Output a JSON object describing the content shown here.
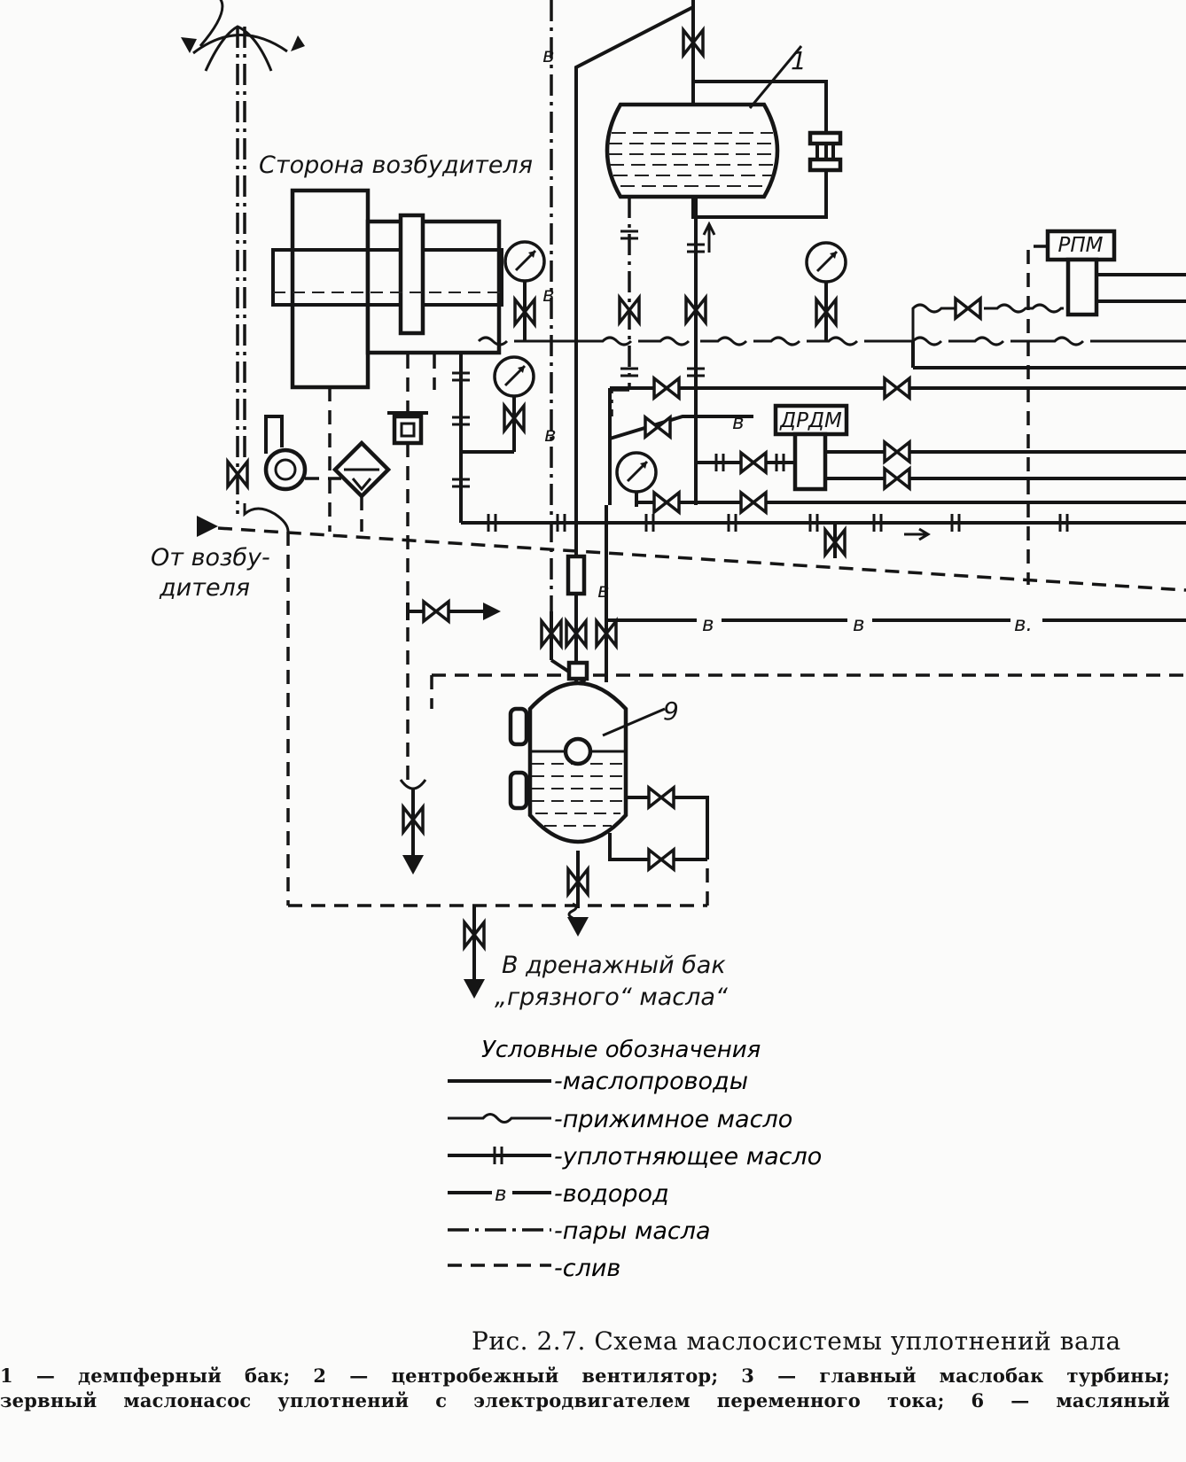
{
  "diagram": {
    "label_exciter_side": "Сторона возбудителя",
    "label_from_exciter_1": "От возбу-",
    "label_from_exciter_2": "дителя",
    "label_drain_1": "В дренажный бак",
    "label_drain_2": "„грязного“ масла“",
    "tag_rpm": "РПМ",
    "tag_drdm": "ДРДМ",
    "num_damper_tank": "1",
    "num_tank_9": "9",
    "hydrogen_mark": "в",
    "hydrogen_mark_last": "в."
  },
  "legend": {
    "title": "Условные обозначения",
    "items": [
      {
        "label": "-маслопроводы"
      },
      {
        "label": "-прижимное масло"
      },
      {
        "label": "-уплотняющее масло"
      },
      {
        "label": "-водород",
        "symbol": "в"
      },
      {
        "label": "-пары масла"
      },
      {
        "label": "-слив"
      }
    ]
  },
  "caption": {
    "title": "Рис. 2.7. Схема маслосистемы уплотнений вала",
    "line1": "1 — демпферный бак; 2 — центробежный вентилятор; 3 — главный маслобак турбины;",
    "line2": "зервный маслонасос уплотнений с электродвигателем переменного тока; 6 — масляный"
  }
}
